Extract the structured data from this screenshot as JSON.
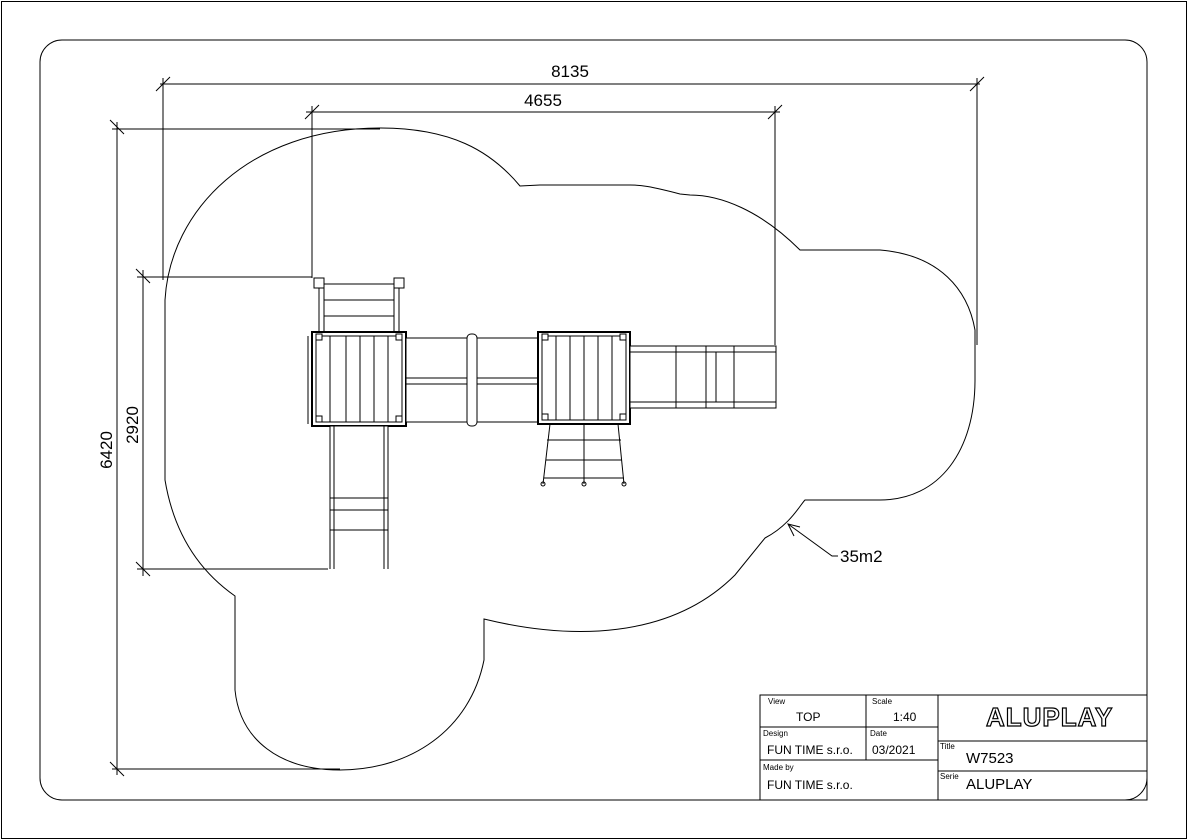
{
  "dimensions": {
    "overall_width": "8135",
    "structure_width": "4655",
    "overall_depth": "6420",
    "structure_depth": "2920",
    "area": "35m2"
  },
  "title_block": {
    "view_label": "View",
    "view_value": "TOP",
    "scale_label": "Scale",
    "scale_value": "1:40",
    "design_label": "Design",
    "design_value": "FUN TIME s.r.o.",
    "date_label": "Date",
    "date_value": "03/2021",
    "made_by_label": "Made by",
    "made_by_value": "FUN TIME s.r.o.",
    "title_label": "Title",
    "title_value": "W7523",
    "serie_label": "Serie",
    "serie_value": "ALUPLAY",
    "logo_text": "ALUPLAY"
  }
}
